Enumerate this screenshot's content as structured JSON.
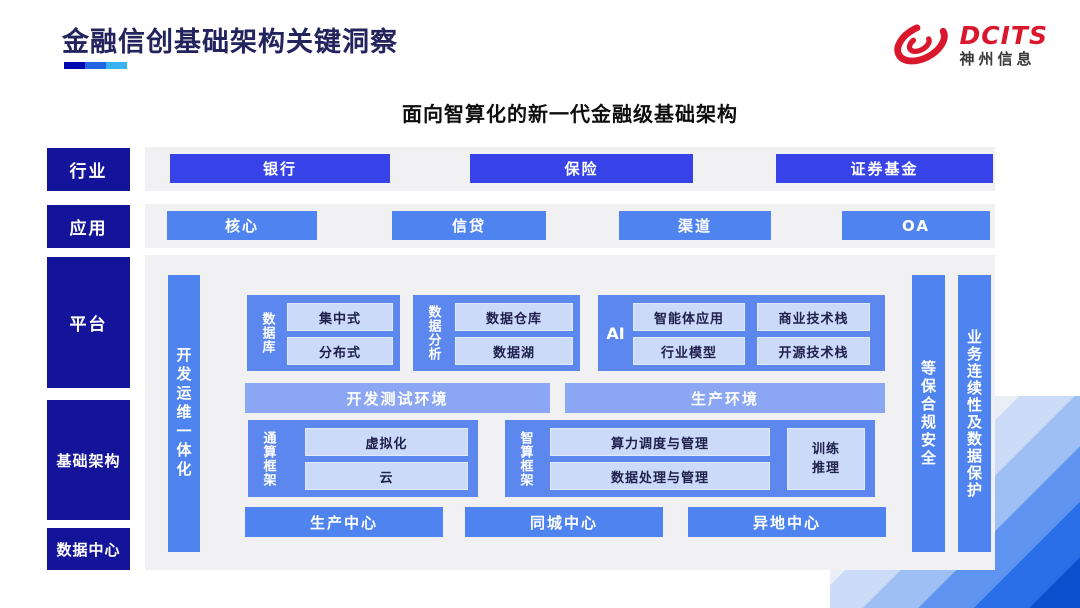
{
  "header": {
    "title": "金融信创基础架构关键洞察",
    "logo": {
      "brand": "DCITS",
      "company": "神州信息"
    },
    "subtitle": "面向智算化的新一代金融级基础架构"
  },
  "layers": {
    "industry": {
      "label": "行业",
      "items": [
        "银行",
        "保险",
        "证券基金"
      ]
    },
    "application": {
      "label": "应用",
      "items": [
        "核心",
        "信贷",
        "渠道",
        "OA"
      ]
    },
    "platform": {
      "label": "平台"
    },
    "infrastructure": {
      "label": "基础架构"
    },
    "datacenter": {
      "label": "数据中心"
    }
  },
  "platform": {
    "devops_bar": "开发运维一体化",
    "groups": {
      "database": {
        "label": "数据库",
        "items": [
          "集中式",
          "分布式"
        ]
      },
      "analytics": {
        "label": "数据分析",
        "items": [
          "数据仓库",
          "数据湖"
        ]
      },
      "ai": {
        "label": "AI",
        "items": [
          "智能体应用",
          "商业技术栈",
          "行业模型",
          "开源技术栈"
        ]
      },
      "general_compute": {
        "label": "通算框架",
        "items": [
          "虚拟化",
          "云"
        ]
      },
      "intelligent_compute": {
        "label": "智算框架",
        "items": [
          "算力调度与管理",
          "数据处理与管理"
        ],
        "side_item": "训练\n推理"
      }
    },
    "environments": [
      "开发测试环境",
      "生产环境"
    ],
    "centers": [
      "生产中心",
      "同城中心",
      "异地中心"
    ],
    "security_bar": "等保合规安全",
    "continuity_bar": "业务连续性及数据保护"
  },
  "colors": {
    "title_navy": "#23235e",
    "layer_navy": "#14149a",
    "industry_blue": "#3743e8",
    "app_blue": "#4f83ef",
    "group_blue": "#5b87ee",
    "env_blue": "#8ba6f2",
    "light_box": "#cbdaf8",
    "brand_red": "#d9182e",
    "underline": [
      "#0008b0",
      "#2465e3",
      "#38b3ef"
    ]
  }
}
